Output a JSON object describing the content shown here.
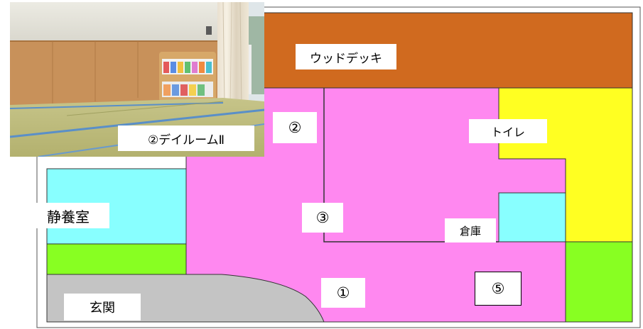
{
  "colors": {
    "deck": "#d06a1f",
    "pink": "#ff88f0",
    "toilet": "#ffff22",
    "cyan": "#88ffff",
    "green": "#88ff22",
    "gray": "#c4c4c4",
    "outline": "#333333"
  },
  "labels": {
    "deck": "ウッドデッキ",
    "room2": "②",
    "toilet": "トイレ",
    "resting_room": "静養室",
    "room3": "③",
    "storage": "倉庫",
    "room1": "①",
    "room5": "⑤",
    "entrance": "玄関"
  },
  "photo": {
    "caption": "②デイルームⅡ"
  }
}
